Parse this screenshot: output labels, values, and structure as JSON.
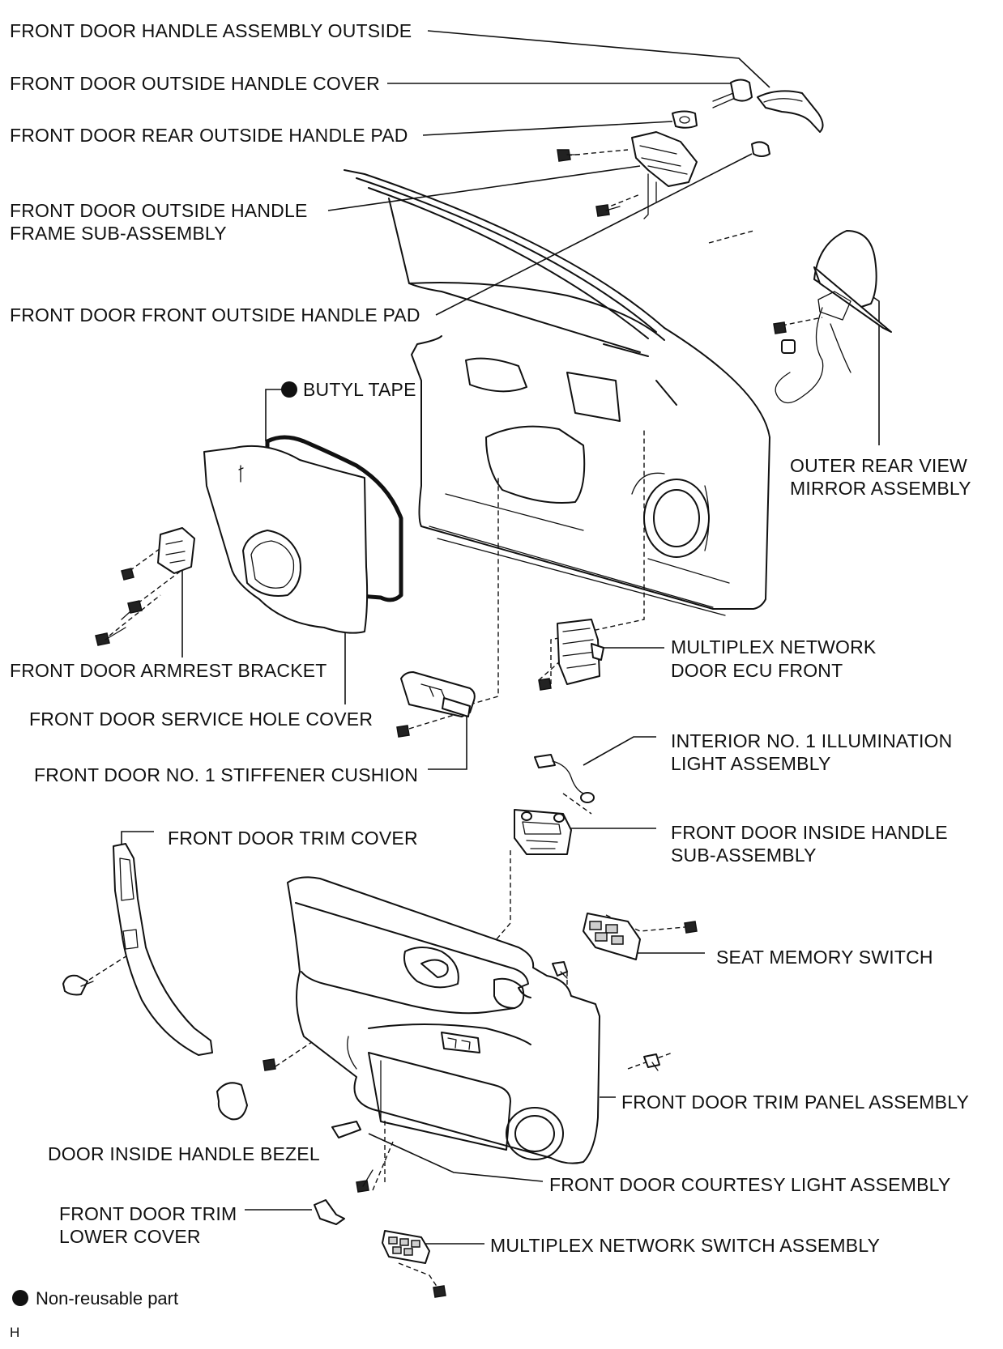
{
  "labels": {
    "handle_assembly_outside": "FRONT DOOR HANDLE ASSEMBLY OUTSIDE",
    "outside_handle_cover": "FRONT DOOR OUTSIDE HANDLE COVER",
    "rear_outside_handle_pad": "FRONT DOOR REAR OUTSIDE HANDLE PAD",
    "outside_handle_frame_l1": "FRONT DOOR OUTSIDE HANDLE",
    "outside_handle_frame_l2": "FRAME SUB-ASSEMBLY",
    "front_outside_handle_pad": "FRONT DOOR FRONT OUTSIDE HANDLE PAD",
    "butyl_tape": "BUTYL TAPE",
    "outer_mirror_l1": "OUTER REAR VIEW",
    "outer_mirror_l2": "MIRROR ASSEMBLY",
    "multiplex_ecu_l1": "MULTIPLEX NETWORK",
    "multiplex_ecu_l2": "DOOR ECU FRONT",
    "armrest_bracket": "FRONT DOOR ARMREST BRACKET",
    "service_hole_cover": "FRONT DOOR SERVICE HOLE COVER",
    "stiffener_cushion": "FRONT DOOR NO. 1 STIFFENER CUSHION",
    "illumination_l1": "INTERIOR NO. 1 ILLUMINATION",
    "illumination_l2": "LIGHT ASSEMBLY",
    "trim_cover": "FRONT DOOR TRIM COVER",
    "inside_handle_l1": "FRONT DOOR INSIDE HANDLE",
    "inside_handle_l2": "SUB-ASSEMBLY",
    "seat_memory_switch": "SEAT MEMORY SWITCH",
    "trim_panel_assembly": "FRONT DOOR TRIM PANEL ASSEMBLY",
    "inside_handle_bezel": "DOOR INSIDE HANDLE BEZEL",
    "courtesy_light": "FRONT DOOR COURTESY LIGHT ASSEMBLY",
    "trim_lower_cover_l1": "FRONT DOOR TRIM",
    "trim_lower_cover_l2": "LOWER COVER",
    "multiplex_switch": "MULTIPLEX NETWORK SWITCH ASSEMBLY"
  },
  "legend": {
    "non_reusable": "Non-reusable part"
  },
  "figure_code": "H"
}
